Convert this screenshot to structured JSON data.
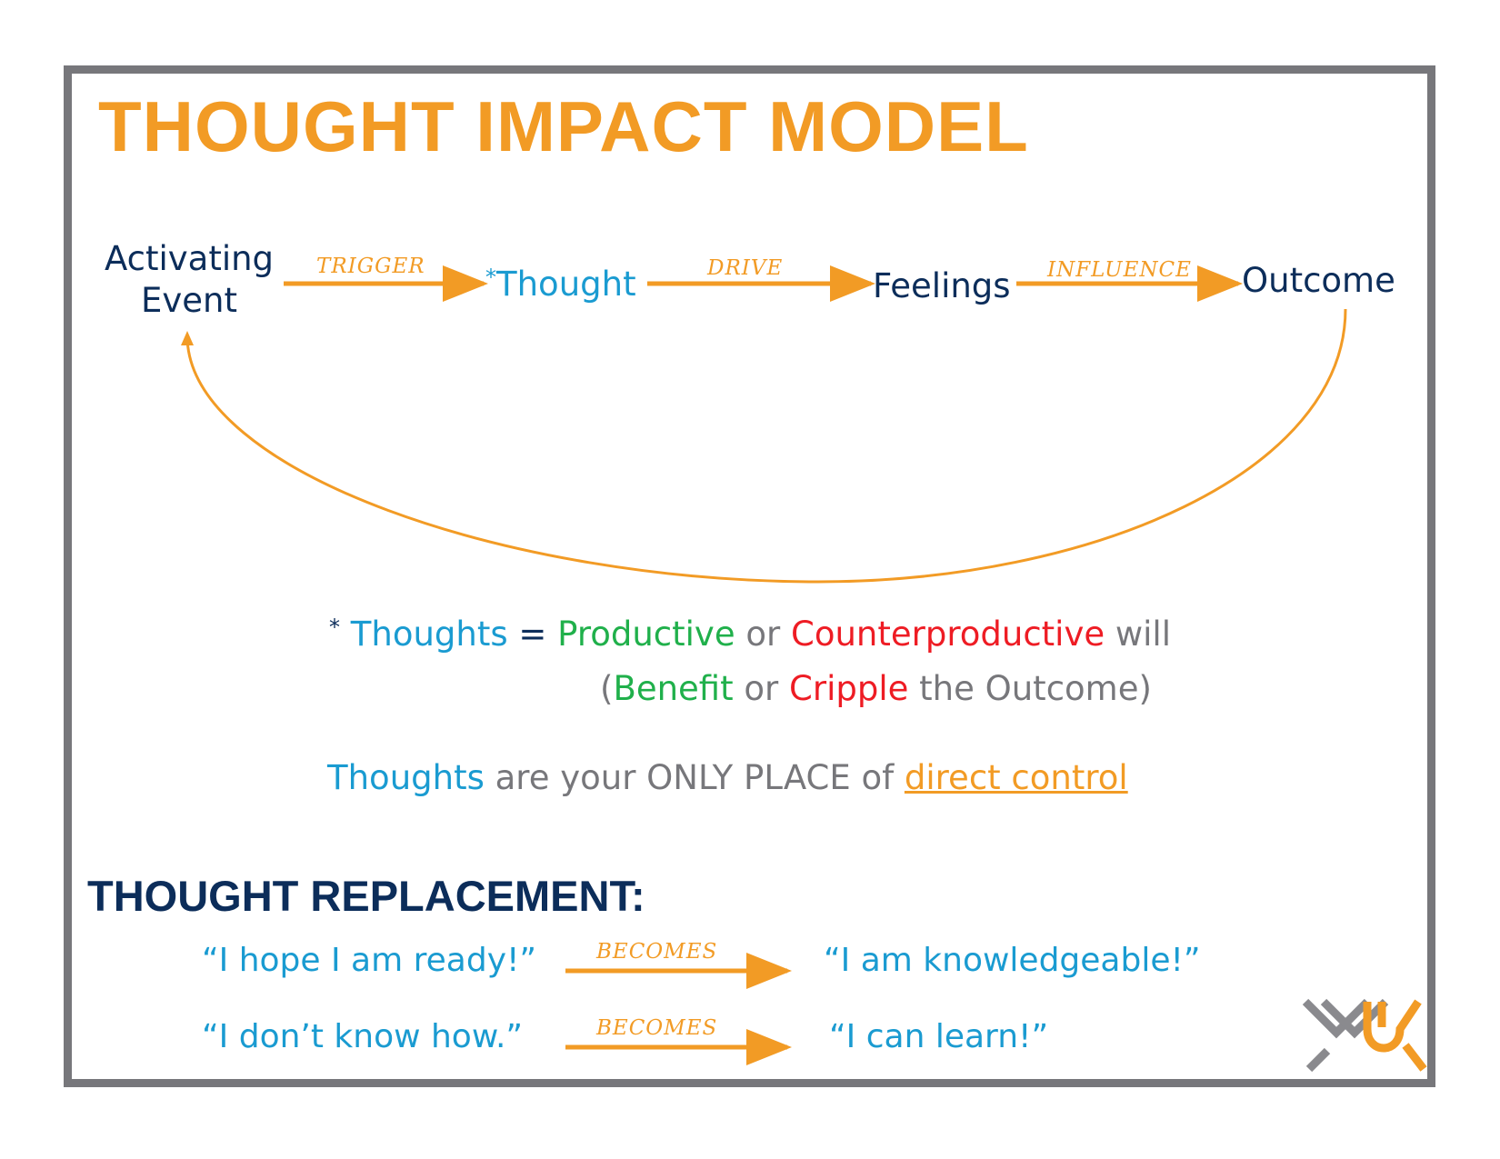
{
  "title": "THOUGHT IMPACT MODEL",
  "colors": {
    "orange": "#f29b25",
    "navy": "#0c2d5a",
    "blue": "#1a9bd1",
    "green": "#20b04b",
    "red": "#ee1c24",
    "gray": "#77777b"
  },
  "flow": {
    "nodes": {
      "activating_line1": "Activating",
      "activating_line2": "Event",
      "thought_star": "*",
      "thought": "Thought",
      "feelings": "Feelings",
      "outcome": "Outcome"
    },
    "edges": {
      "trigger": "TRIGGER",
      "drive": "DRIVE",
      "influence": "INFLUENCE"
    }
  },
  "definition": {
    "star": "*",
    "thoughts": "Thoughts",
    "equals": "=",
    "productive": "Productive",
    "or1": "or",
    "counterproductive": "Counterproductive",
    "will": "will",
    "open_paren": "(",
    "benefit": "Benefit",
    "or2": "or",
    "cripple": "Cripple",
    "the_outcome": "the Outcome)"
  },
  "control": {
    "thoughts": "Thoughts",
    "middle": "are your ONLY PLACE of",
    "link": "direct control"
  },
  "replacement": {
    "heading": "THOUGHT REPLACEMENT:",
    "rows": [
      {
        "from": "“I hope I am ready!”",
        "verb": "BECOMES",
        "to": "“I am knowledgeable!”"
      },
      {
        "from": "“I don’t know how.”",
        "verb": "BECOMES",
        "to": "“I can learn!”"
      }
    ]
  },
  "logo": {
    "icon": "linked-chevrons-logo-icon"
  }
}
